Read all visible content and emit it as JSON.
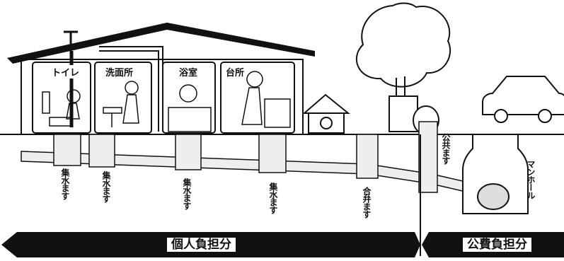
{
  "rooms": {
    "toilet": "トイレ",
    "washroom": "洗面所",
    "bathroom": "浴室",
    "kitchen": "台所"
  },
  "labels": {
    "collection_box": "集水ます",
    "combined_box": "合弁ます",
    "public_box": "公共ます",
    "manhole": "マンホール"
  },
  "banners": {
    "private": "個人負担分",
    "public": "公費負担分"
  }
}
